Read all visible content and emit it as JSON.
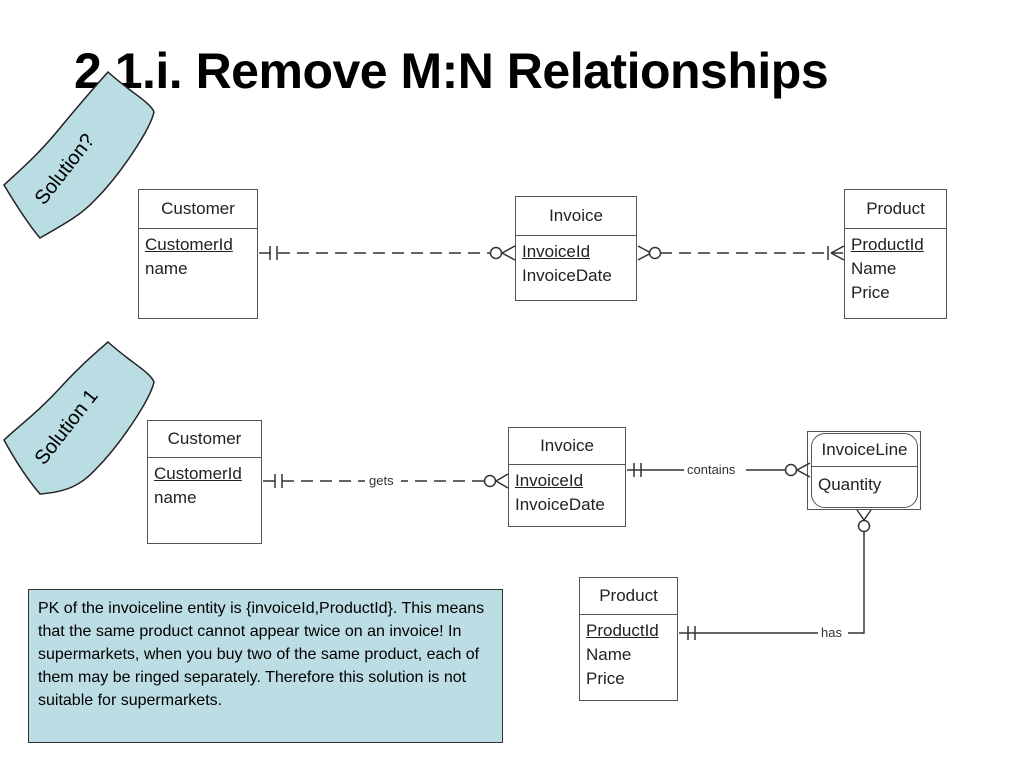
{
  "title": "2.1.i. Remove M:N Relationships",
  "banners": {
    "top": "Solution?",
    "bottom": "Solution 1"
  },
  "top_diagram": {
    "customer": {
      "name": "Customer",
      "attributes": [
        "CustomerId",
        "name"
      ]
    },
    "invoice": {
      "name": "Invoice",
      "attributes": [
        "InvoiceId",
        "InvoiceDate"
      ]
    },
    "product": {
      "name": "Product",
      "attributes": [
        "ProductId",
        "Name",
        "Price"
      ]
    }
  },
  "bottom_diagram": {
    "customer": {
      "name": "Customer",
      "attributes": [
        "CustomerId",
        "name"
      ]
    },
    "invoice": {
      "name": "Invoice",
      "attributes": [
        "InvoiceId",
        "InvoiceDate"
      ]
    },
    "invoiceline": {
      "name": "InvoiceLine",
      "attributes": [
        "Quantity"
      ]
    },
    "product": {
      "name": "Product",
      "attributes": [
        "ProductId",
        "Name",
        "Price"
      ]
    },
    "relationships": {
      "gets": "gets",
      "contains": "contains",
      "has": "has"
    }
  },
  "note": "PK of the invoiceline entity is {invoiceId,ProductId}. This means that the same product cannot appear twice on an invoice! In supermarkets, when you buy two of the same product, each of them may be ringed separately. Therefore this solution is not suitable for supermarkets."
}
